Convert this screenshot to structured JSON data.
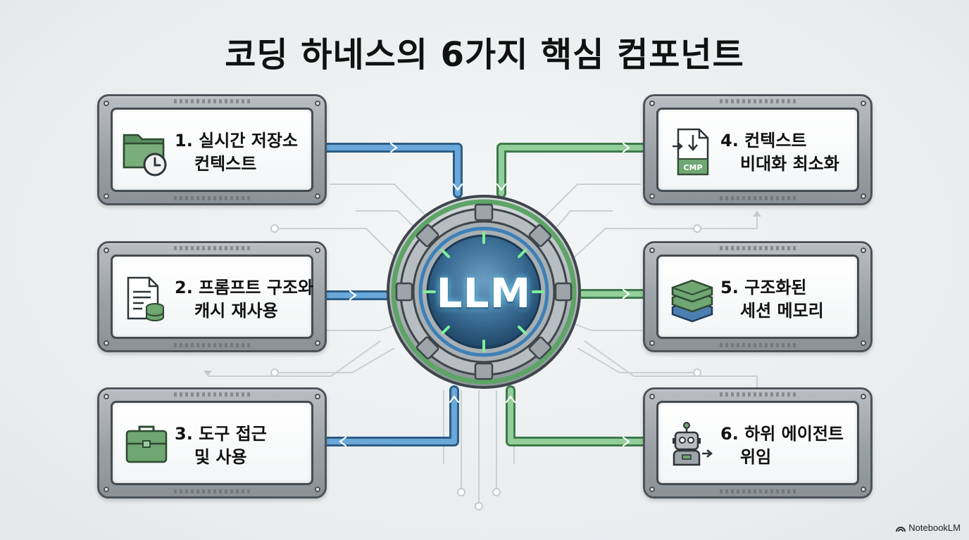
{
  "title": "코딩 하네스의 6가지 핵심 컴포넌트",
  "hub": {
    "label": "LLM"
  },
  "components": [
    {
      "line1": "1. 실시간 저장소",
      "line2": "컨텍스트",
      "icon": "folder-clock-icon"
    },
    {
      "line1": "2. 프롬프트 구조와",
      "line2": "캐시 재사용",
      "icon": "document-database-icon"
    },
    {
      "line1": "3. 도구 접근",
      "line2": "및 사용",
      "icon": "toolbox-icon"
    },
    {
      "line1": "4. 컨텍스트",
      "line2": "비대화 최소화",
      "icon": "compress-file-icon",
      "icon_text": "CMP"
    },
    {
      "line1": "5. 구조화된",
      "line2": "세션 메모리",
      "icon": "layers-stack-icon"
    },
    {
      "line1": "6. 하위 에이전트",
      "line2": "위임",
      "icon": "robot-delegate-icon"
    }
  ],
  "watermark": "NotebookLM",
  "colors": {
    "blue_flow": "#4a8fc6",
    "green_flow": "#6fb07a",
    "frame_dark": "#4d5459",
    "hub_core": "#2f5f86"
  }
}
